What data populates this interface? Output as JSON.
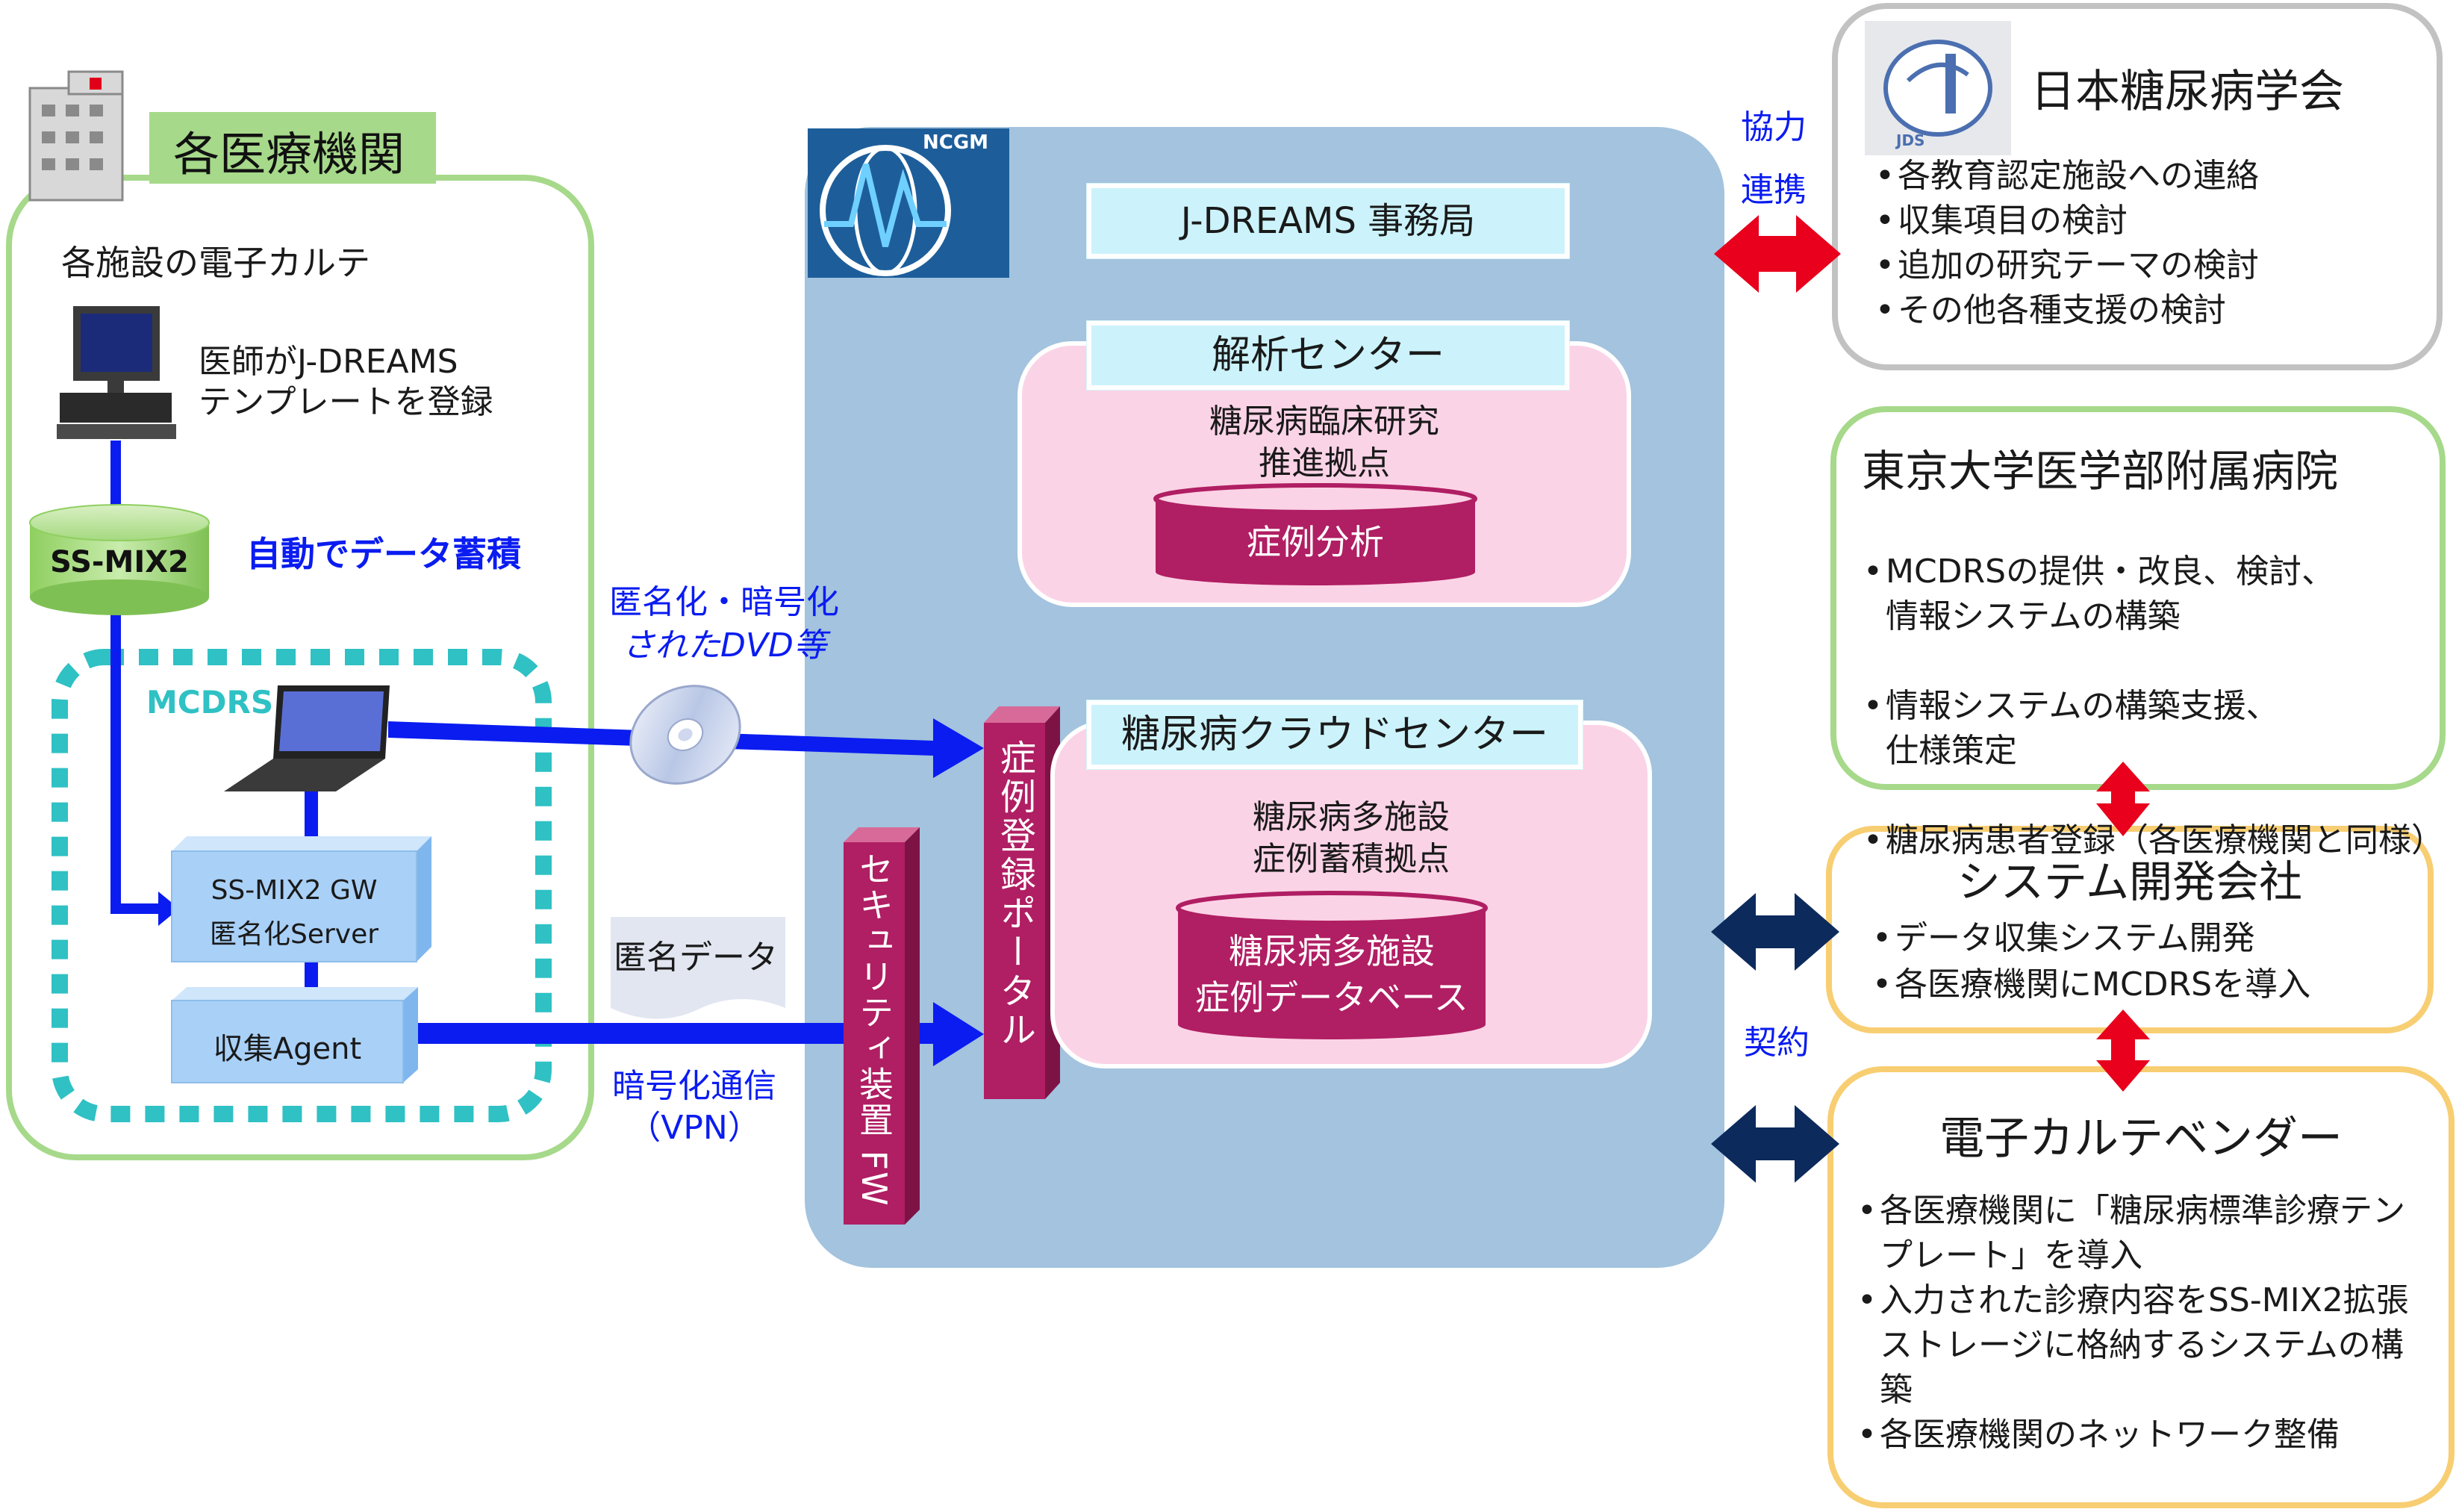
{
  "left": {
    "title": "各医療機関",
    "ehr_caption": "各施設の電子カルテ",
    "doctor_text": [
      "医師がJ-DREAMS",
      "テンプレートを登録"
    ],
    "ssmix2_label": "SS-MIX2",
    "auto_text": "自動でデータ蓄積",
    "mcdrs_label": "MCDRS",
    "gw_server": [
      "SS-MIX2 GW",
      "匿名化Server"
    ],
    "agent_label": "収集Agent"
  },
  "middle": {
    "dvd_caption": [
      "匿名化・暗号化",
      "されたDVD等"
    ],
    "anon_data_label": "匿名データ",
    "vpn_caption": [
      "暗号化通信",
      "（VPN）"
    ],
    "security_label": "セキュリティ装置 FW",
    "portal_label": "症例登録ポータル"
  },
  "center": {
    "logo_text": "NCGM",
    "office_label": "J-DREAMS 事務局",
    "analysis_title": "解析センター",
    "analysis_desc": [
      "糖尿病臨床研究",
      "推進拠点"
    ],
    "analysis_db": "症例分析",
    "cloud_title": "糖尿病クラウドセンター",
    "cloud_desc": [
      "糖尿病多施設",
      "症例蓄積拠点"
    ],
    "cloud_db": [
      "糖尿病多施設",
      "症例データベース"
    ]
  },
  "arrows": {
    "cooperation": [
      "協力",
      "連携"
    ],
    "contract": "契約"
  },
  "right": {
    "jds": {
      "title": "日本糖尿病学会",
      "logo_text": "JDS",
      "items": [
        "各教育認定施設への連絡",
        "収集項目の検討",
        "追加の研究テーマの検討",
        "その他各種支援の検討"
      ]
    },
    "utokyo": {
      "title": "東京大学医学部附属病院",
      "items": [
        "MCDRSの提供・改良、検討、\n情報システムの構築",
        "情報システムの構築支援、\n仕様策定",
        "糖尿病患者登録（各医療機関と同様）"
      ]
    },
    "sysdev": {
      "title": "システム開発会社",
      "items": [
        "データ収集システム開発",
        "各医療機関にMCDRSを導入"
      ]
    },
    "vendor": {
      "title": "電子カルテベンダー",
      "items": [
        "各医療機関に「糖尿病標準診療テンプレート」を導入",
        "入力された診療内容をSS-MIX2拡張ストレージに格納するシステムの構築",
        "各医療機関のネットワーク整備"
      ]
    }
  },
  "colors": {
    "navy_arrow": "#0c2a5c",
    "red_arrow": "#e8001c",
    "blue_line": "#0a1cf0",
    "wine": "#b01e63",
    "center_bg": "#a3c3de",
    "pink_bg": "#fbd3e6",
    "teal": "#2fc1c4",
    "green_border": "#a6d98a",
    "orange_border": "#f8ce72",
    "gray_border": "#c2c2c2"
  }
}
